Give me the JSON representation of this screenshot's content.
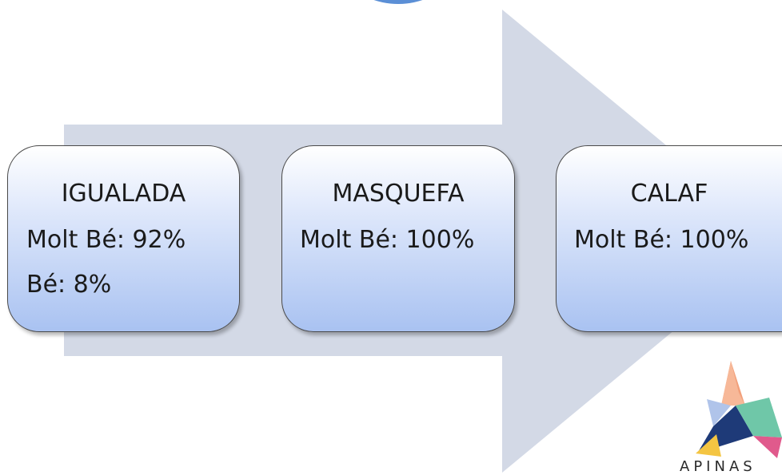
{
  "cards": [
    {
      "title": "IGUALADA",
      "lines": [
        "Molt Bé: 92%",
        "Bé: 8%"
      ]
    },
    {
      "title": "MASQUEFA",
      "lines": [
        "Molt Bé: 100%"
      ]
    },
    {
      "title": "CALAF",
      "lines": [
        "Molt Bé: 100%"
      ]
    }
  ],
  "logo": {
    "text": "APINAS",
    "colors": [
      "#f2a07b",
      "#1e3a78",
      "#6fc7a8",
      "#f4c542",
      "#b0c4ea"
    ]
  },
  "colors": {
    "arrow": "#d3d9e6",
    "card_top": "#ffffff",
    "card_bottom": "#a9c2f1",
    "accent_circle": "#5b8fd6"
  }
}
